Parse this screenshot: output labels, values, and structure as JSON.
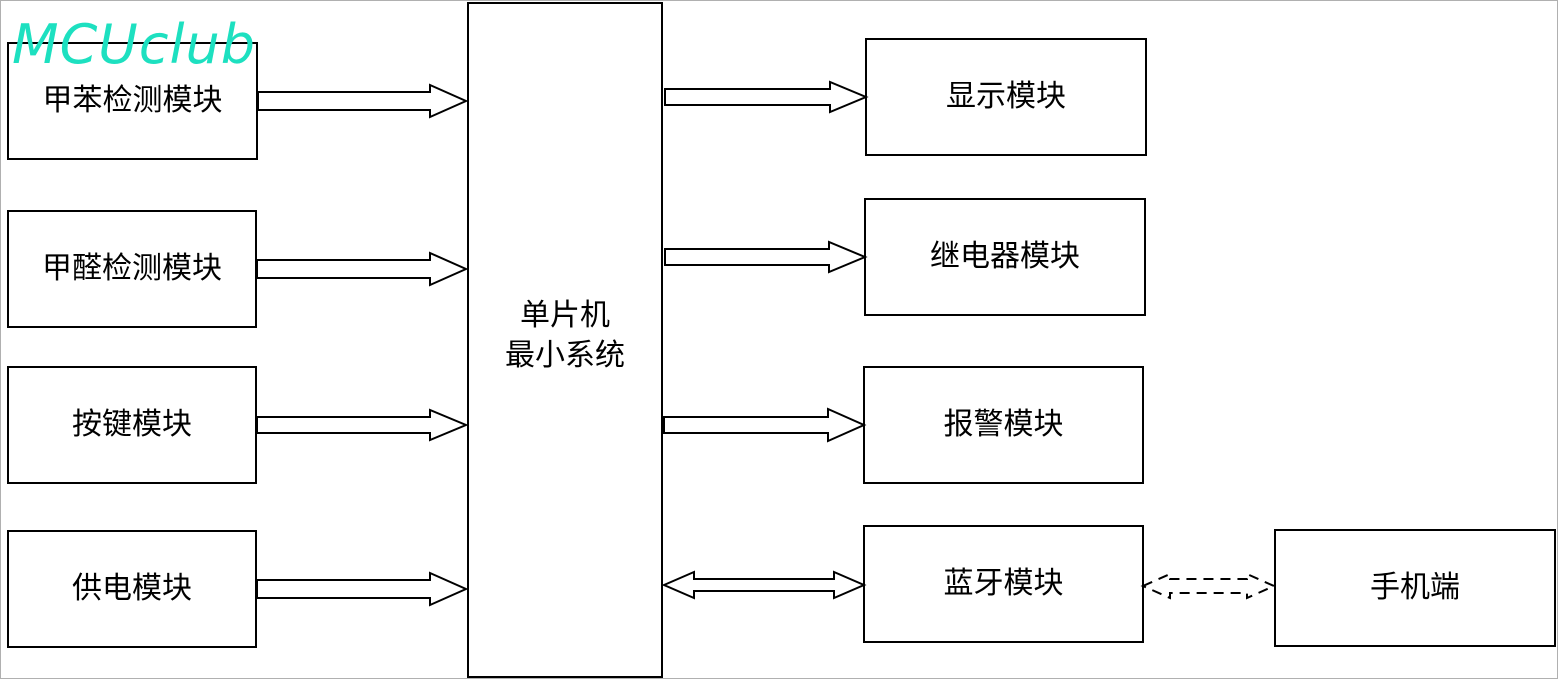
{
  "watermark": "MCUclub",
  "diagram": {
    "center": {
      "line1": "单片机",
      "line2": "最小系统"
    },
    "inputs": [
      {
        "label": "甲苯检测模块"
      },
      {
        "label": "甲醛检测模块"
      },
      {
        "label": "按键模块"
      },
      {
        "label": "供电模块"
      }
    ],
    "outputs": [
      {
        "label": "显示模块"
      },
      {
        "label": "继电器模块"
      },
      {
        "label": "报警模块"
      },
      {
        "label": "蓝牙模块"
      }
    ],
    "remote": {
      "label": "手机端"
    },
    "colors": {
      "stroke": "#000000",
      "watermark": "#1de0c0",
      "background": "#ffffff"
    }
  }
}
